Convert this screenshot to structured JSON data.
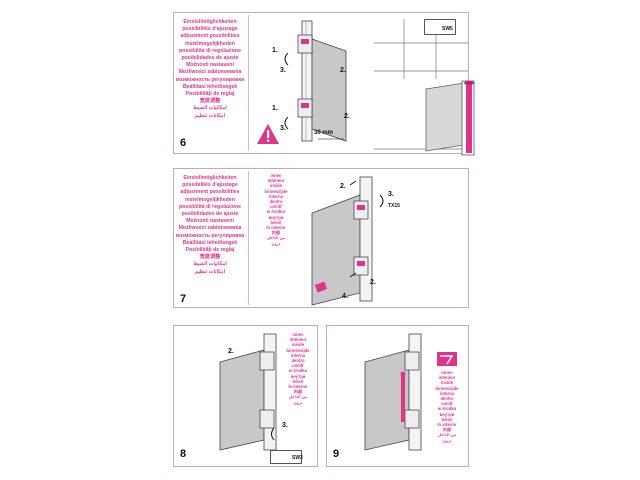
{
  "adjustment_languages": [
    "Einstellmöglichkeiten",
    "possibilités d'ajustage",
    "adjustment possibilities",
    "instelmogelijkheden",
    "possibilità di regolazione",
    "posibilidades de ajuste",
    "Možnosti nastavení",
    "Możliwości zabionowania",
    "возможность регулировки",
    "Beállítási lehetőségek",
    "Posibilități de reglaj",
    "宽度调整",
    "امكانيات الضبط",
    "امكانات تنظيم"
  ],
  "inside_languages": [
    "innen",
    "intérieur",
    "inside",
    "binnenzijde",
    "interna",
    "dentro",
    "uvnitř",
    "w środku",
    "внутри",
    "belső",
    "în interior",
    "内部",
    "من الداخل",
    "درون"
  ],
  "panel6": {
    "step": "6",
    "badge": "SW5",
    "callouts": [
      "1.",
      "3.",
      "2.",
      "1.",
      "3.",
      "2."
    ],
    "dimension": "30 mm"
  },
  "panel7": {
    "step": "7",
    "tool": "TX15",
    "callouts": [
      "2.",
      "3.",
      "2.",
      "4."
    ]
  },
  "panel8": {
    "step": "8",
    "callouts": [
      "2.",
      "3."
    ],
    "badge": "SW3"
  },
  "panel9": {
    "step": "9"
  },
  "colors": {
    "accent": "#e0338a",
    "line": "#333333",
    "glass": "#c8c8c8",
    "border": "#c9a6b8"
  }
}
